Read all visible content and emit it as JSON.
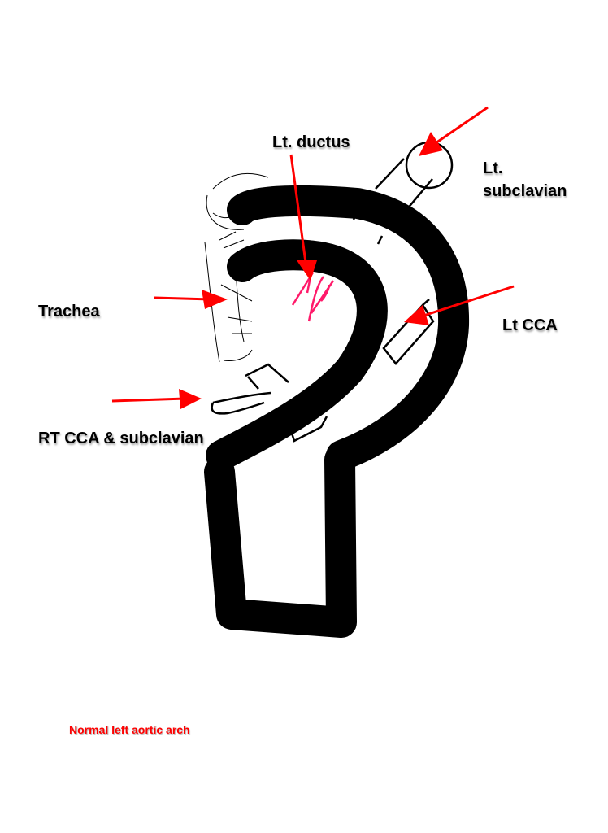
{
  "labels": {
    "lt_ductus": "Lt. ductus",
    "lt_subclavian_1": "Lt.",
    "lt_subclavian_2": "subclavian",
    "trachea": "Trachea",
    "lt_cca": "Lt CCA",
    "rt_cca": "RT CCA & subclavian"
  },
  "caption": "Normal left aortic arch",
  "colors": {
    "arrow": "#ff0000",
    "ductus": "#ff1a6a",
    "vessel": "#000000"
  }
}
